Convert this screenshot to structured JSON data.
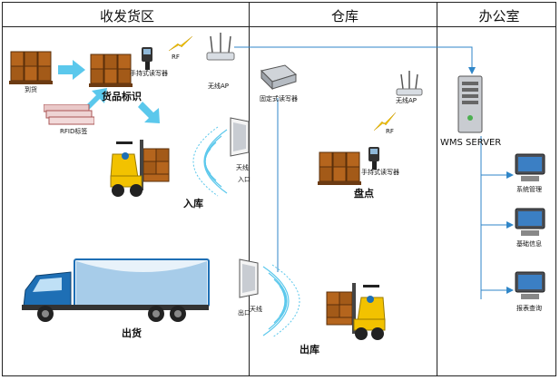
{
  "zones": {
    "receiving": "收发货区",
    "warehouse": "仓库",
    "office": "办公室"
  },
  "labels": {
    "arrival": "到货",
    "rfid_tag": "RFID标签",
    "handheld_reader": "手持式读写器",
    "rf": "RF",
    "wireless_ap": "无线AP",
    "goods_marking": "货品标识",
    "fixed_reader": "固定式读写器",
    "warehouse_in": "入库",
    "antenna": "天线",
    "entrance": "入口",
    "inventory": "盘点",
    "handheld_reader_2": "手持式读写器",
    "rf_2": "RF",
    "wireless_ap_2": "无线AP",
    "wms_server": "WMS SERVER",
    "system_mgmt": "系统管理",
    "basic_info": "基础信息",
    "report_query": "报表查询",
    "shipping": "出货",
    "exit": "出口",
    "antenna_2": "天线",
    "warehouse_out": "出库"
  },
  "colors": {
    "arrow_blue": "#5bc8ec",
    "link_blue": "#2f86c8",
    "forklift_yellow": "#f2c200",
    "box_brown": "#b5651d",
    "truck_blue": "#1e6fb5"
  }
}
